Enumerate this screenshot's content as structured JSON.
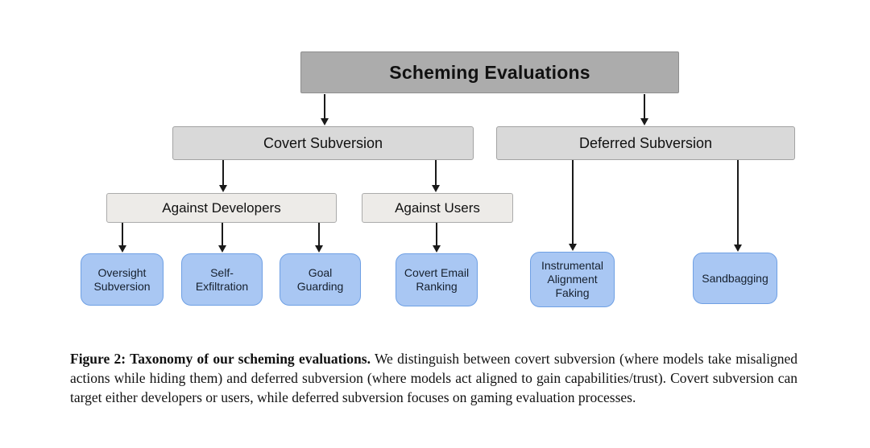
{
  "diagram": {
    "root": {
      "label": "Scheming Evaluations"
    },
    "level2": [
      {
        "label": "Covert Subversion"
      },
      {
        "label": "Deferred Subversion"
      }
    ],
    "level3": [
      {
        "label": "Against Developers"
      },
      {
        "label": "Against Users"
      }
    ],
    "leaves": [
      {
        "label": "Oversight Subversion"
      },
      {
        "label": "Self-Exfiltration"
      },
      {
        "label": "Goal Guarding"
      },
      {
        "label": "Covert Email Ranking"
      },
      {
        "label": "Instrumental Alignment Faking"
      },
      {
        "label": "Sandbagging"
      }
    ],
    "colors": {
      "root_fill": "#acacac",
      "level2_fill": "#d9d9d9",
      "level3_fill": "#edebe8",
      "leaf_fill": "#a9c7f3",
      "leaf_border": "#6fa0e4",
      "arrow": "#1a1a1a"
    }
  },
  "caption": {
    "bold": "Figure 2: Taxonomy of our scheming evaluations.",
    "rest": " We distinguish between covert subversion (where models take misaligned actions while hiding them) and deferred subversion (where models act aligned to gain capabilities/trust). Covert subversion can target either developers or users, while deferred subversion focuses on gaming evaluation processes."
  }
}
